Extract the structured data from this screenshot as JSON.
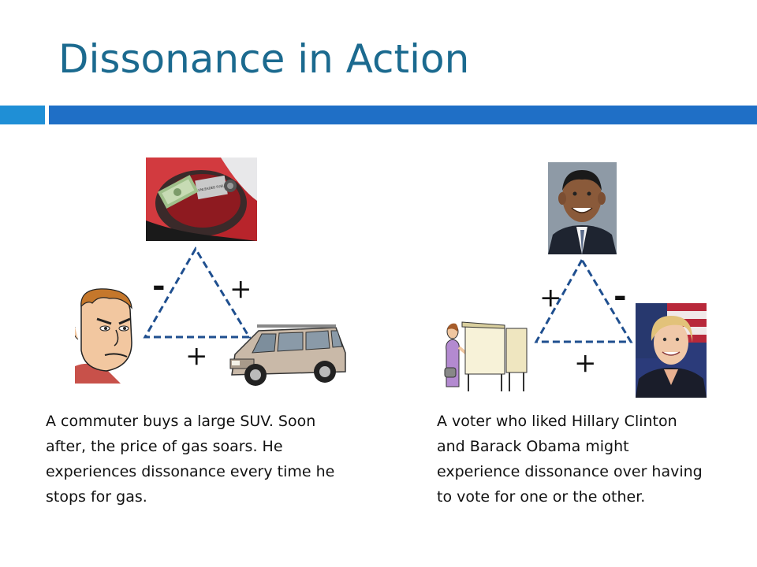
{
  "slide": {
    "title": "Dissonance in Action"
  },
  "left_example": {
    "signs": {
      "top_left": "-",
      "top_right": "+",
      "bottom": "+"
    },
    "pictures": [
      "gas-tank-with-dollar",
      "frowning-commuter",
      "suv"
    ],
    "gas_cap_text": "UNLEADED FUEL ONLY",
    "caption_lines": [
      "A commuter buys a large SUV. Soon",
      "after, the price of gas soars.  He",
      "experiences dissonance every time he",
      "stops for gas."
    ]
  },
  "right_example": {
    "signs": {
      "top_left": "+",
      "top_right": "-",
      "bottom": "+"
    },
    "pictures": [
      "barack-obama-portrait",
      "voter-at-booth",
      "hillary-clinton-portrait"
    ],
    "caption_lines": [
      "A voter who liked Hillary Clinton",
      "and Barack Obama might",
      "experience dissonance over having",
      "to vote for one or the other."
    ]
  },
  "colors": {
    "title": "#1b6a8f",
    "accent_bar": "#1f6fc6",
    "accent_bar_small": "#1f8fd6",
    "triangle_stroke": "#1f4f8f"
  }
}
